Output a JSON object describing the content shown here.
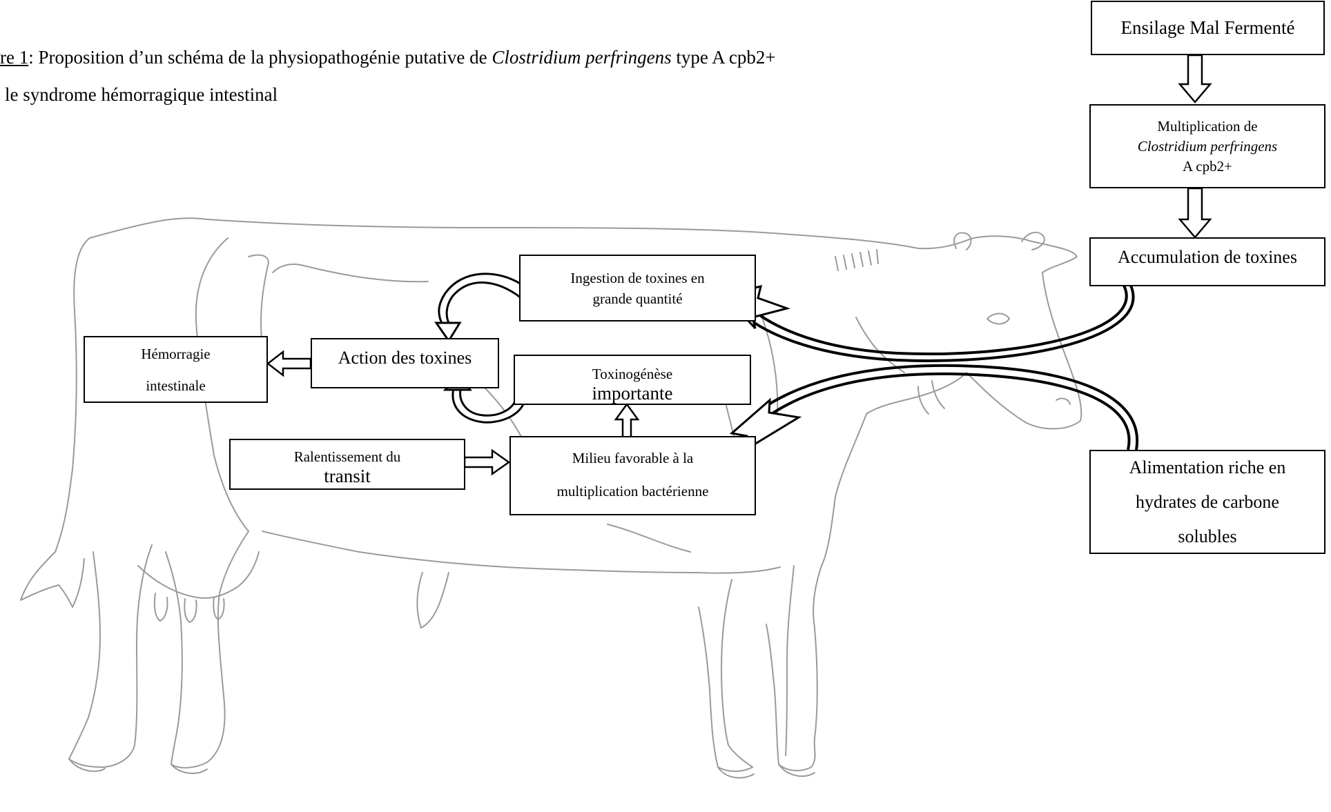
{
  "caption": {
    "label": "re 1",
    "text_before_italic": ": Proposition d’un schéma de la physiopathogénie putative de ",
    "italic": "Clostridium perfringens",
    "text_after_italic": " type A cpb2+",
    "line2": "le syndrome  hémorragique  intestinal"
  },
  "boxes": {
    "ensilage": "Ensilage Mal Fermenté",
    "multiplication": {
      "line1": "Multiplication de",
      "line2": "Clostridium perfringens",
      "line3": "A cpb2+"
    },
    "accumulation": "Accumulation de toxines",
    "alimentation": {
      "line1": "Alimentation riche en",
      "line2": "hydrates de carbone",
      "line3": "solubles"
    },
    "ingestion": {
      "line1": "Ingestion de toxines en",
      "line2": "grande quantité"
    },
    "action": "Action des toxines",
    "hemorragie": {
      "line1": "Hémorragie",
      "line2": "intestinale"
    },
    "toxinogenese": {
      "part1": "Toxinogénèse ",
      "part2": "importante"
    },
    "ralentissement": {
      "part1": "Ralentissement du ",
      "part2": "transit"
    },
    "milieu": {
      "line1": "Milieu favorable à la",
      "line2": "multiplication bactérienne"
    }
  }
}
